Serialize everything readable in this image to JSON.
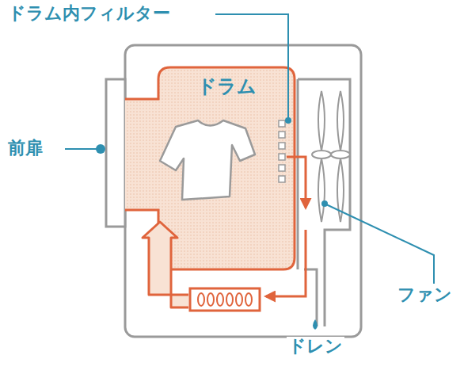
{
  "diagram": {
    "nodes": [
      {
        "text": [
          "ドラム"
        ]
      }
    ],
    "labels": [
      "ドラム内フィルター",
      "前扉",
      "ファン",
      "ドレン"
    ]
  }
}
